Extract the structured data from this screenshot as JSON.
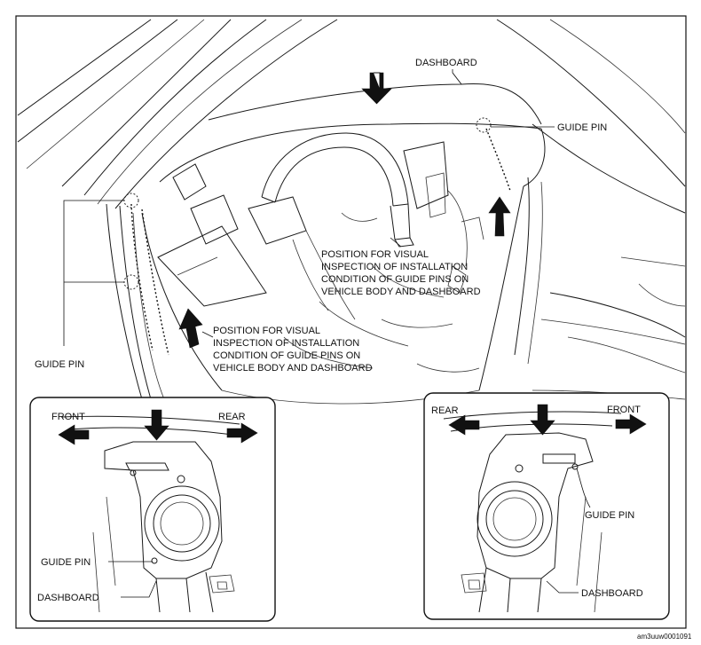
{
  "labels": {
    "dashboard_top": "DASHBOARD",
    "guide_pin_right_main": "GUIDE PIN",
    "guide_pin_left_main": "GUIDE PIN",
    "position_center": [
      "POSITION FOR VISUAL",
      "INSPECTION OF INSTALLATION",
      "CONDITION OF GUIDE PINS ON",
      "VEHICLE BODY AND DASHBOARD"
    ],
    "position_left": [
      "POSITION FOR VISUAL",
      "INSPECTION OF INSTALLATION",
      "CONDITION OF GUIDE PINS ON",
      "VEHICLE BODY AND DASHBOARD"
    ]
  },
  "inset_left": {
    "front": "FRONT",
    "rear": "REAR",
    "guide_pin": "GUIDE PIN",
    "dashboard": "DASHBOARD"
  },
  "inset_right": {
    "rear": "REAR",
    "front": "FRONT",
    "guide_pin": "GUIDE PIN",
    "dashboard": "DASHBOARD"
  },
  "reference_code": "am3uuw0001091"
}
